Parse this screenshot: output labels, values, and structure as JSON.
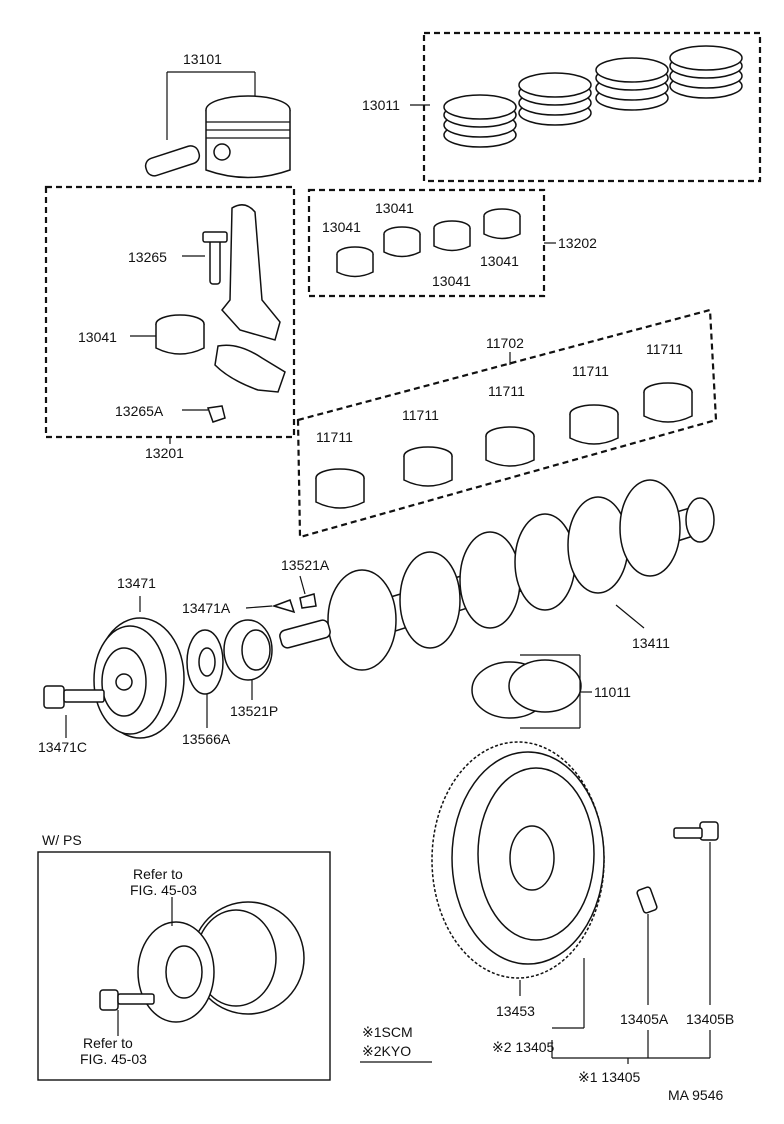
{
  "labels": {
    "p13101": "13101",
    "p13011": "13011",
    "p13041_a": "13041",
    "p13041_b": "13041",
    "p13041_c": "13041",
    "p13041_d": "13041",
    "p13041_e": "13041",
    "p13202": "13202",
    "p13265": "13265",
    "p13265a": "13265A",
    "p13201": "13201",
    "p11702": "11702",
    "p11711_a": "11711",
    "p11711_b": "11711",
    "p11711_c": "11711",
    "p11711_d": "11711",
    "p11711_e": "11711",
    "p13521a": "13521A",
    "p13471": "13471",
    "p13471a": "13471A",
    "p13411": "13411",
    "p11011": "11011",
    "p13521p": "13521P",
    "p13566a": "13566A",
    "p13471c": "13471C",
    "p13453": "13453",
    "p13405a": "13405A",
    "p13405b": "13405B",
    "p13405_2": "※2 13405",
    "p13405_1": "※1 13405"
  },
  "inset": {
    "title": "W/ PS",
    "refer_top_1": "Refer to",
    "refer_top_2": "FIG. 45-03",
    "refer_bottom_1": "Refer to",
    "refer_bottom_2": "FIG. 45-03"
  },
  "legend": {
    "note1": "※1SCM",
    "note2": "※2KYO"
  },
  "figure_code": "MA  9546"
}
